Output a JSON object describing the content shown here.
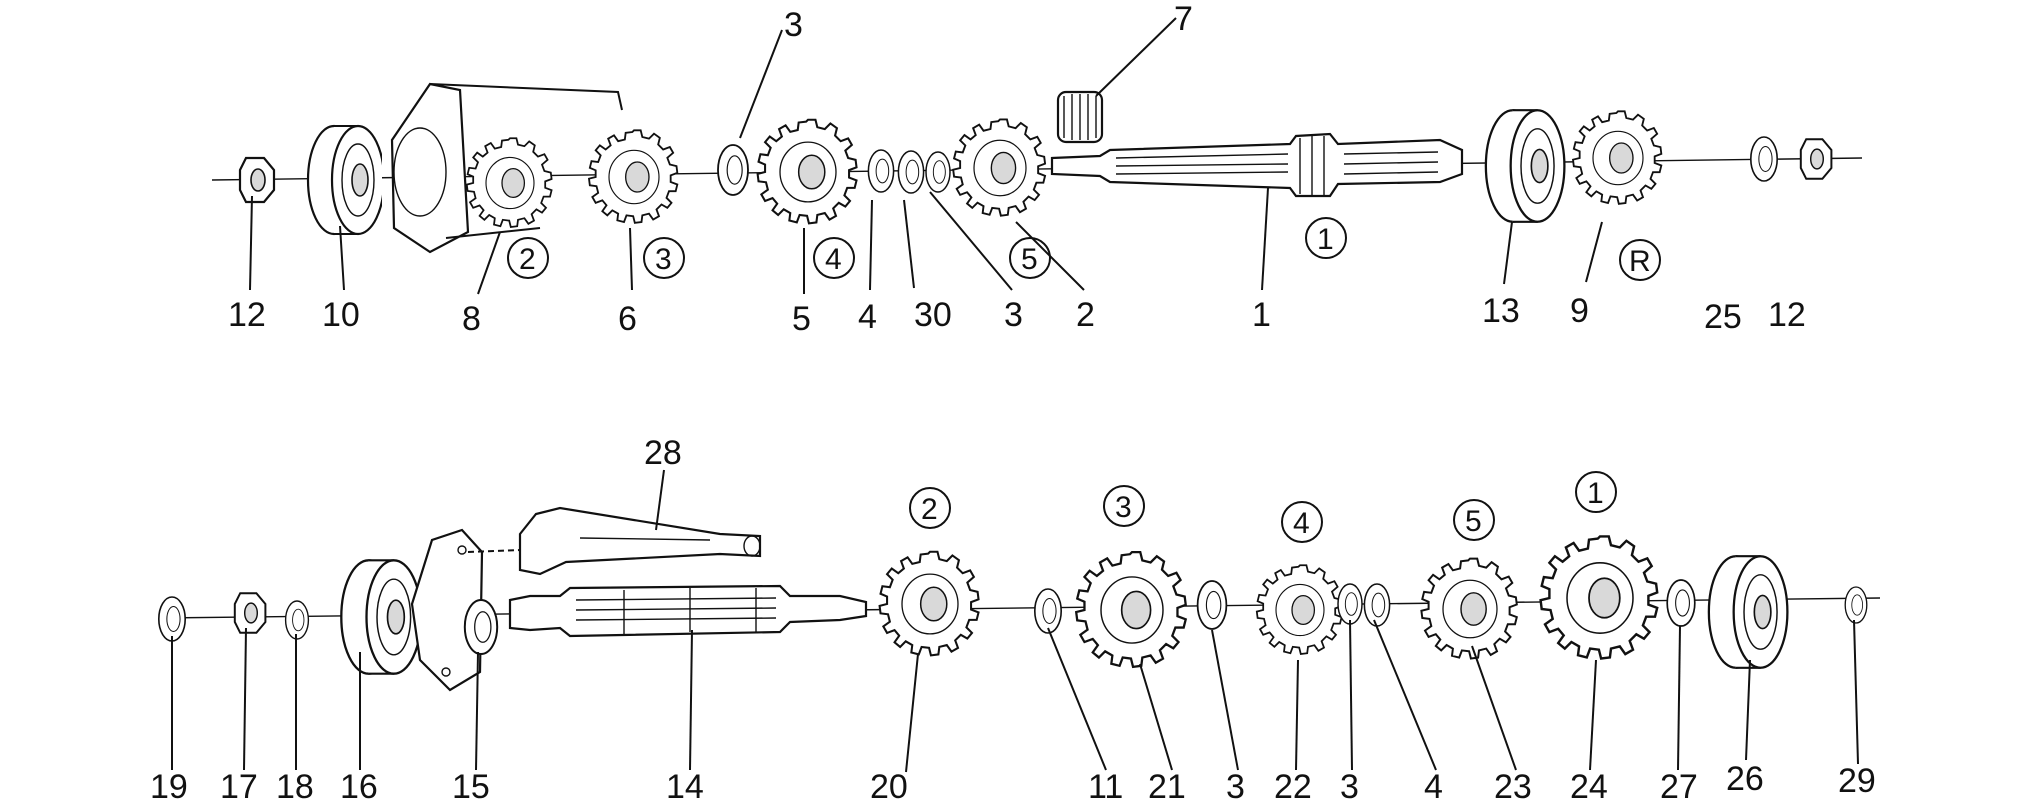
{
  "labels": {
    "top_12a": "12",
    "top_10": "10",
    "top_8": "8",
    "top_6": "6",
    "top_3a": "3",
    "top_5": "5",
    "top_4": "4",
    "top_30": "30",
    "top_3b": "3",
    "top_2": "2",
    "top_7": "7",
    "top_1": "1",
    "top_13": "13",
    "top_9": "9",
    "top_25": "25",
    "top_12b": "12",
    "bot_19": "19",
    "bot_17": "17",
    "bot_18": "18",
    "bot_16": "16",
    "bot_15": "15",
    "bot_14": "14",
    "bot_28": "28",
    "bot_20": "20",
    "bot_11": "11",
    "bot_21": "21",
    "bot_3a": "3",
    "bot_22": "22",
    "bot_3b": "3",
    "bot_4": "4",
    "bot_23": "23",
    "bot_24": "24",
    "bot_27": "27",
    "bot_26": "26",
    "bot_29": "29"
  },
  "gear_markers": {
    "top_g1": "1",
    "top_g2": "2",
    "top_g3": "3",
    "top_g4": "4",
    "top_g5": "5",
    "top_gR": "R",
    "bot_g1": "1",
    "bot_g2": "2",
    "bot_g3": "3",
    "bot_g4": "4",
    "bot_g5": "5"
  }
}
